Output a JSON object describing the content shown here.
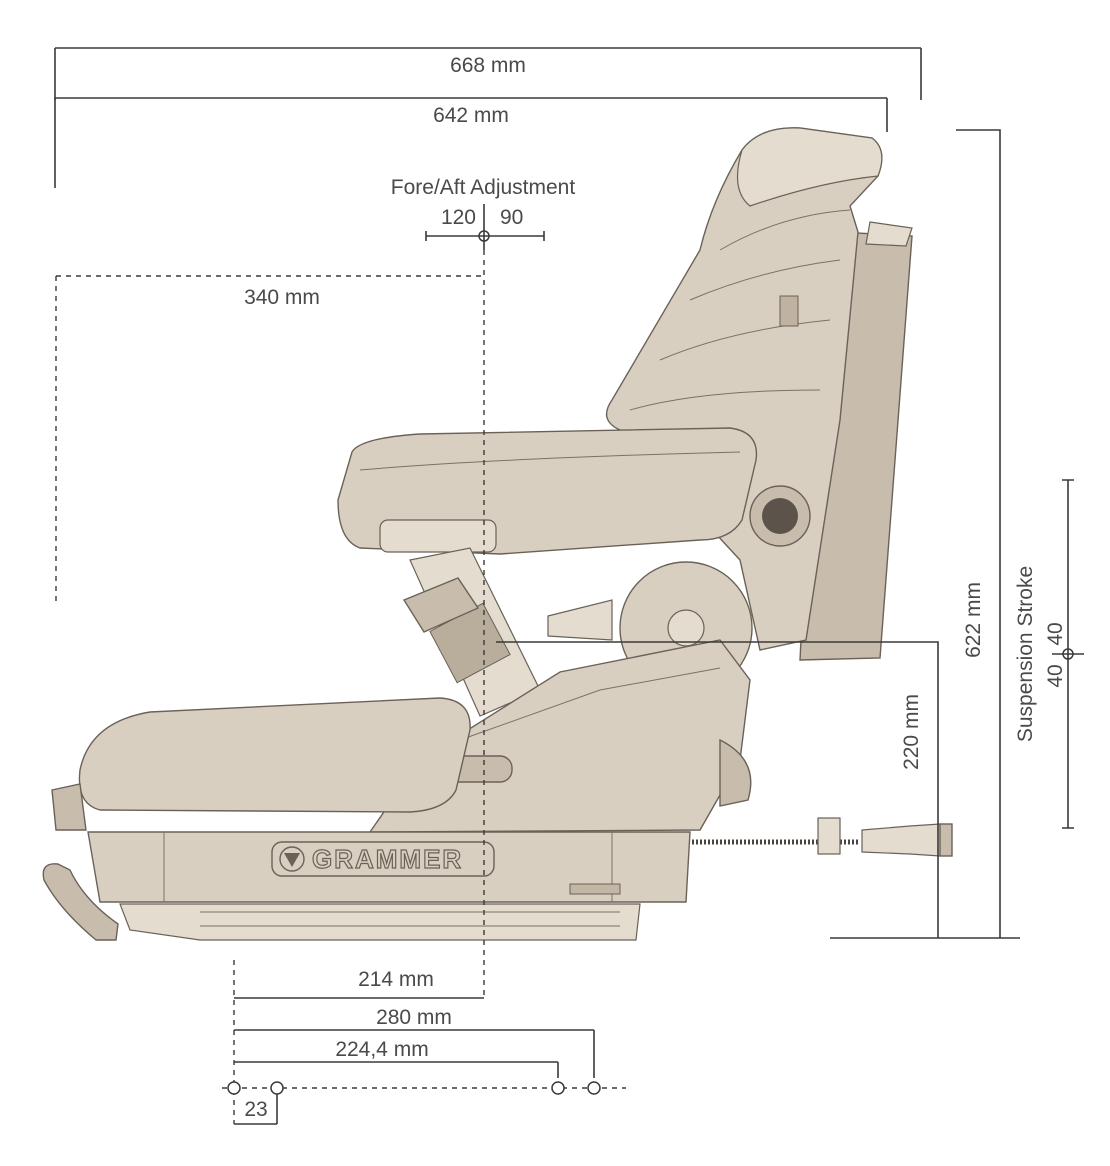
{
  "dimensions": {
    "overall_width": "668 mm",
    "width_642": "642 mm",
    "fore_aft_title": "Fore/Aft Adjustment",
    "fore_aft_forward": "120",
    "fore_aft_back": "90",
    "dim_340": "340 mm",
    "height_622": "622 mm",
    "height_220": "220 mm",
    "suspension_title": "Suspension Stroke",
    "suspension_up": "40",
    "suspension_down": "40",
    "dim_214": "214 mm",
    "dim_280": "280 mm",
    "dim_224": "224,4 mm",
    "dim_23": "23"
  },
  "brand": {
    "name": "GRAMMER"
  },
  "colors": {
    "seat_fill": "#d9cfc1",
    "outline": "#6a6258",
    "dimension_line": "#3a3a3a",
    "text": "#4a4a4a"
  }
}
